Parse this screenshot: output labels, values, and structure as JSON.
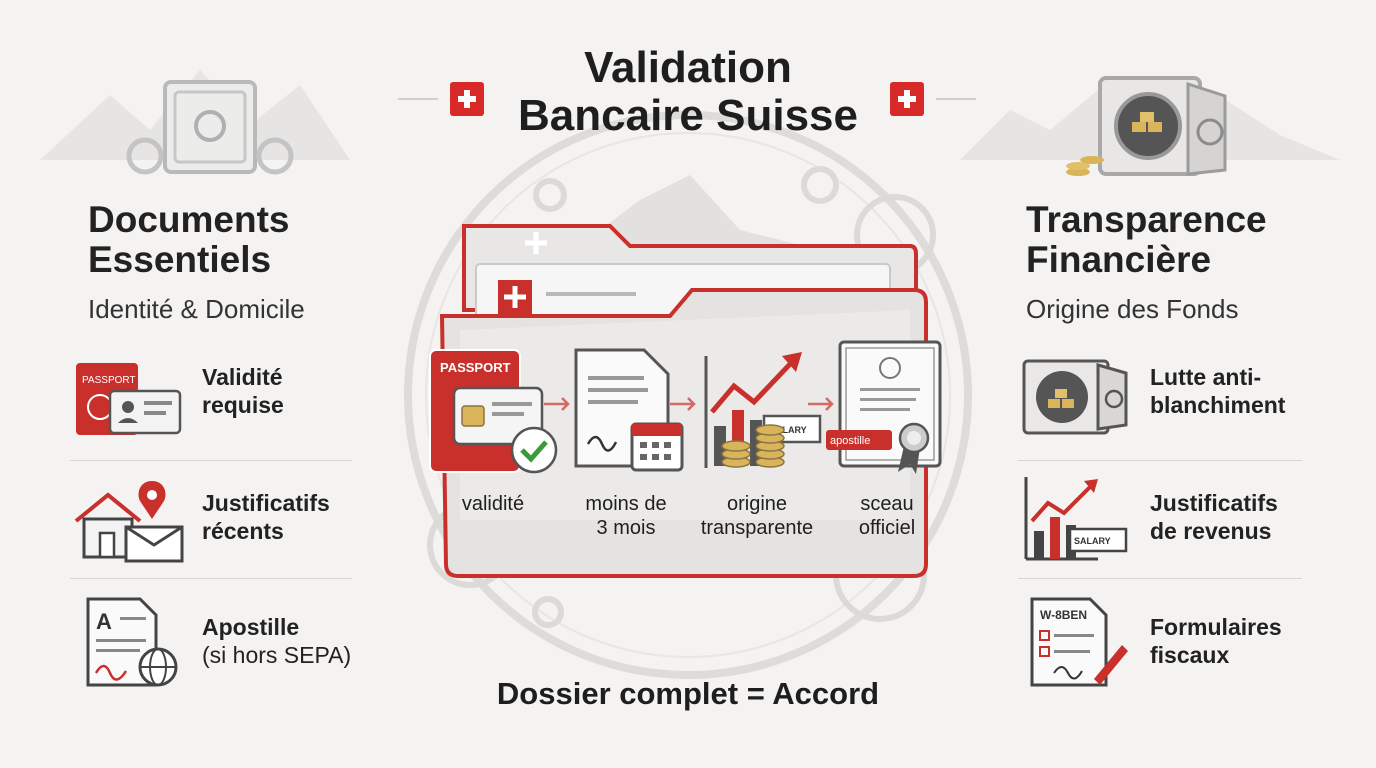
{
  "header": {
    "title_line1": "Validation",
    "title_line2": "Bancaire Suisse"
  },
  "left": {
    "title_line1": "Documents",
    "title_line2": "Essentiels",
    "subtitle": "Identité & Domicile",
    "items": [
      {
        "line1": "Validité",
        "line2": "requise",
        "icon": "passport-id-icon",
        "badge": "PASSPORT"
      },
      {
        "line1": "Justificatifs",
        "line2": "récents",
        "icon": "house-mail-icon"
      },
      {
        "line1": "Apostille",
        "line2": "(si hors SEPA)",
        "icon": "apostille-globe-icon",
        "badge": "A"
      }
    ]
  },
  "right": {
    "title_line1": "Transparence",
    "title_line2": "Financière",
    "subtitle": "Origine des Fonds",
    "items": [
      {
        "line1": "Lutte anti-",
        "line2": "blanchiment",
        "icon": "vault-gold-icon"
      },
      {
        "line1": "Justificatifs",
        "line2": "de revenus",
        "icon": "chart-salary-icon",
        "badge": "SALARY"
      },
      {
        "line1": "Formulaires",
        "line2": "fiscaux",
        "icon": "tax-form-icon",
        "badge": "W-8BEN"
      }
    ]
  },
  "center": {
    "steps": [
      {
        "line1": "validité",
        "line2": "",
        "icon": "passport-check-icon",
        "badge": "PASSPORT"
      },
      {
        "line1": "moins de",
        "line2": "3 mois",
        "icon": "document-calendar-icon"
      },
      {
        "line1": "origine",
        "line2": "transparente",
        "icon": "growth-coins-icon",
        "badge": "SALARY"
      },
      {
        "line1": "sceau",
        "line2": "officiel",
        "icon": "certificate-seal-icon",
        "badge": "apostille"
      }
    ]
  },
  "footer": {
    "text": "Dossier complet = Accord"
  },
  "colors": {
    "accent": "#d92a2a",
    "ink": "#1f1f1f",
    "panel": "#e9e8e6"
  }
}
